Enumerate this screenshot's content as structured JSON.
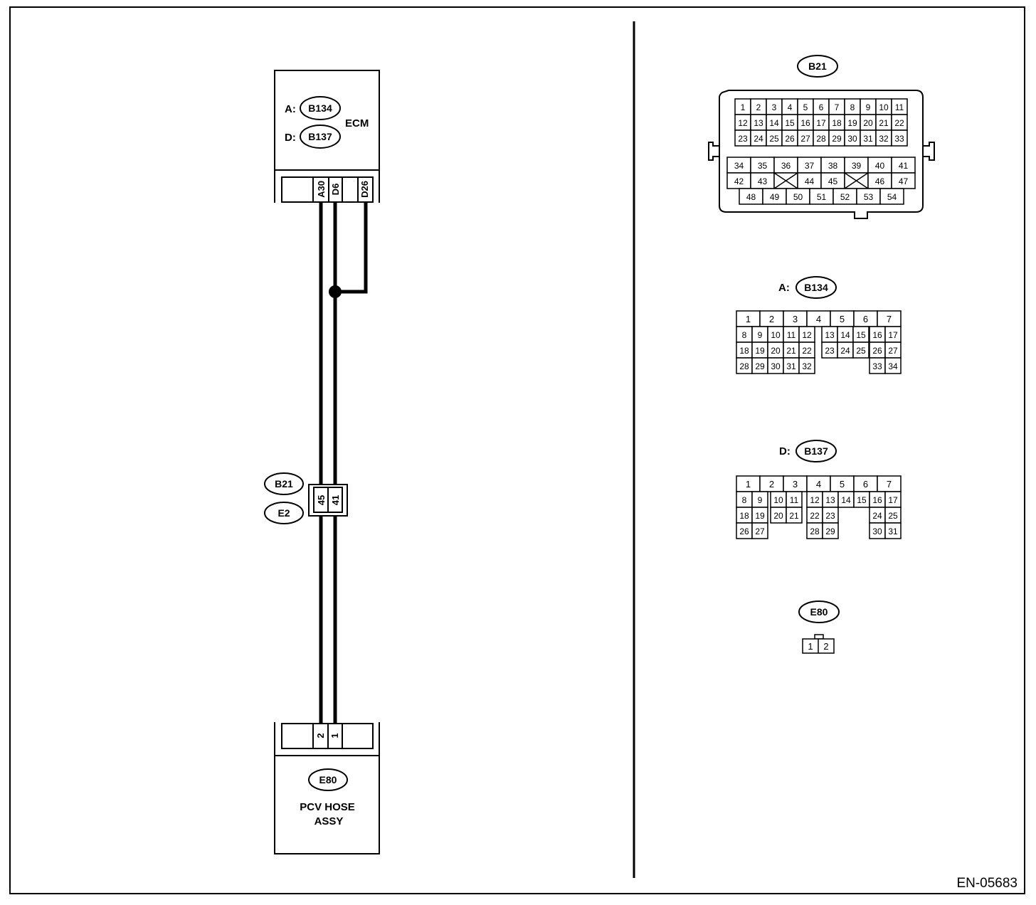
{
  "diagram_id": "EN-05683",
  "ecm": {
    "title": "ECM",
    "connectors": [
      {
        "prefix": "A:",
        "code": "B134"
      },
      {
        "prefix": "D:",
        "code": "B137"
      }
    ],
    "terminals": [
      "A30",
      "D6",
      "D26"
    ]
  },
  "joint_connector": {
    "codes": [
      "B21",
      "E2"
    ],
    "pins": [
      "45",
      "41"
    ]
  },
  "pcv": {
    "code": "E80",
    "name_line1": "PCV HOSE",
    "name_line2": "ASSY",
    "pins": [
      "2",
      "1"
    ]
  },
  "views": {
    "b21": {
      "code": "B21",
      "rows": [
        [
          "1",
          "2",
          "3",
          "4",
          "5",
          "6",
          "7",
          "8",
          "9",
          "10",
          "11"
        ],
        [
          "12",
          "13",
          "14",
          "15",
          "16",
          "17",
          "18",
          "19",
          "20",
          "21",
          "22"
        ],
        [
          "23",
          "24",
          "25",
          "26",
          "27",
          "28",
          "29",
          "30",
          "31",
          "32",
          "33"
        ],
        [
          "34",
          "35",
          "36",
          "37",
          "38",
          "39",
          "40",
          "41"
        ],
        [
          "42",
          "43",
          "",
          "44",
          "45",
          "",
          "46",
          "47"
        ],
        [
          "48",
          "49",
          "50",
          "51",
          "52",
          "53",
          "54"
        ]
      ]
    },
    "b134": {
      "prefix": "A:",
      "code": "B134",
      "rows": [
        [
          "1",
          "2",
          "3",
          "4",
          "5",
          "6",
          "7"
        ],
        [
          "8",
          "9",
          "10",
          "11",
          "12",
          "13",
          "14",
          "15",
          "16",
          "17"
        ],
        [
          "18",
          "19",
          "20",
          "21",
          "22",
          "23",
          "24",
          "25",
          "26",
          "27"
        ],
        [
          "28",
          "29",
          "30",
          "31",
          "32",
          "33",
          "34"
        ]
      ]
    },
    "b137": {
      "prefix": "D:",
      "code": "B137",
      "rows": [
        [
          "1",
          "2",
          "3",
          "4",
          "5",
          "6",
          "7"
        ],
        [
          "8",
          "9",
          "10",
          "11",
          "12",
          "13",
          "14",
          "15",
          "16",
          "17"
        ],
        [
          "18",
          "19",
          "20",
          "21",
          "22",
          "23",
          "24",
          "25"
        ],
        [
          "26",
          "27",
          "28",
          "29",
          "30",
          "31"
        ]
      ]
    },
    "e80": {
      "code": "E80",
      "pins": [
        "1",
        "2"
      ]
    }
  }
}
